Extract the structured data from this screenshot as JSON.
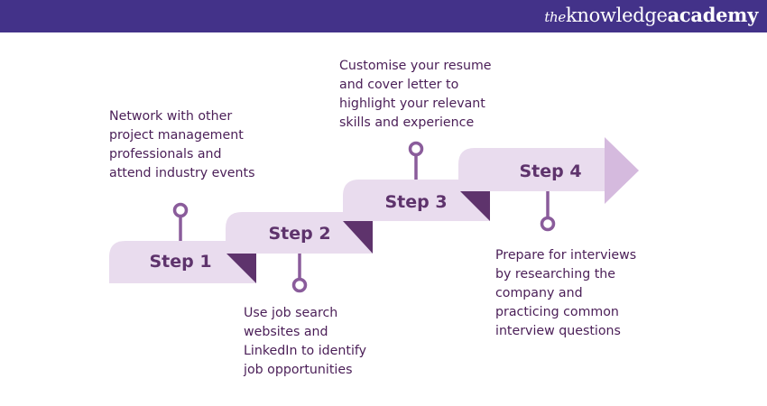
{
  "brand": {
    "logo_prefix": "the",
    "logo_main": "knowledge",
    "logo_suffix": "academy",
    "header_color": "#433289"
  },
  "colors": {
    "band": "#e9dcee",
    "arrow_head": "#d5bade",
    "fold": "#5e336c",
    "pin": "#8a5c9b",
    "text": "#4a1e57"
  },
  "steps": [
    {
      "label": "Step 1",
      "description": [
        "Network with other",
        "project management",
        "professionals and",
        "attend industry events"
      ]
    },
    {
      "label": "Step 2",
      "description": [
        "Use job search",
        "websites and",
        "LinkedIn to identify",
        "job opportunities"
      ]
    },
    {
      "label": "Step 3",
      "description": [
        "Customise your resume",
        "and cover letter to",
        "highlight your relevant",
        "skills and experience"
      ]
    },
    {
      "label": "Step 4",
      "description": [
        "Prepare for interviews",
        "by researching the",
        "company and",
        "practicing common",
        "interview questions"
      ]
    }
  ]
}
